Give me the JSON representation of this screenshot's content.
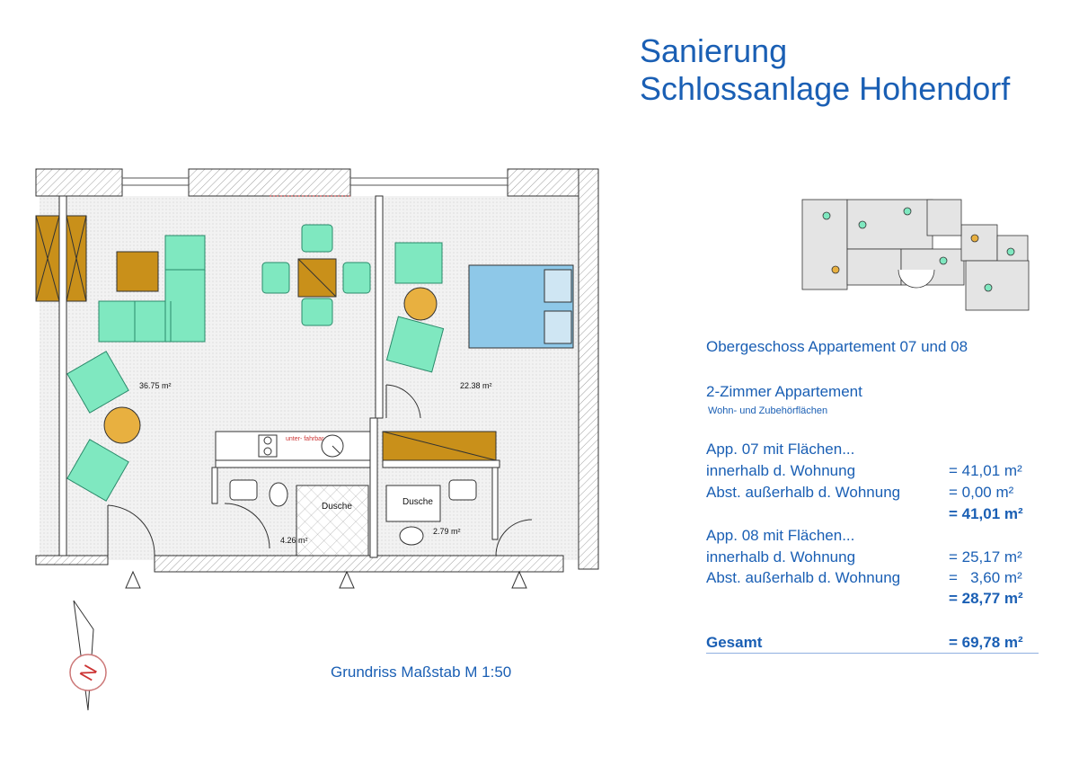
{
  "title": {
    "line1": "Sanierung",
    "line2": "Schlossanlage Hohendorf"
  },
  "floor_label": "Obergeschoss Appartement 07 und 08",
  "type_label": "2-Zimmer Appartement",
  "type_sub": "Wohn- und Zubehörflächen",
  "app07": {
    "heading": "App. 07 mit Flächen...",
    "inside_label": "innerhalb d. Wohnung",
    "inside_value": "= 41,01 m²",
    "outside_label": "Abst. außerhalb d. Wohnung",
    "outside_value": "= 0,00 m²",
    "total": "= 41,01 m²"
  },
  "app08": {
    "heading": "App. 08 mit Flächen...",
    "inside_label": "innerhalb d. Wohnung",
    "inside_value": "= 25,17 m²",
    "outside_label": "Abst. außerhalb d. Wohnung",
    "outside_value": "=   3,60 m²",
    "total": "= 28,77 m²"
  },
  "grand_total": {
    "label": "Gesamt",
    "value": "= 69,78 m²"
  },
  "caption": "Grundriss Maßstab M 1:50",
  "rooms": {
    "living": "36.75 m²",
    "bedroom": "22.38 m²",
    "bath1": "4.26 m²",
    "bath2": "2.79 m²",
    "shower1": "Dusche",
    "shower2": "Dusche",
    "counter_note": "unter-\nfahrbar"
  },
  "north_label": "N",
  "colors": {
    "accent": "#1a5fb4",
    "furniture": "#7fe8c0",
    "wood": "#c9901a",
    "bed": "#8ec8e8",
    "wall": "#ffffff",
    "floor": "#eeeeee"
  }
}
